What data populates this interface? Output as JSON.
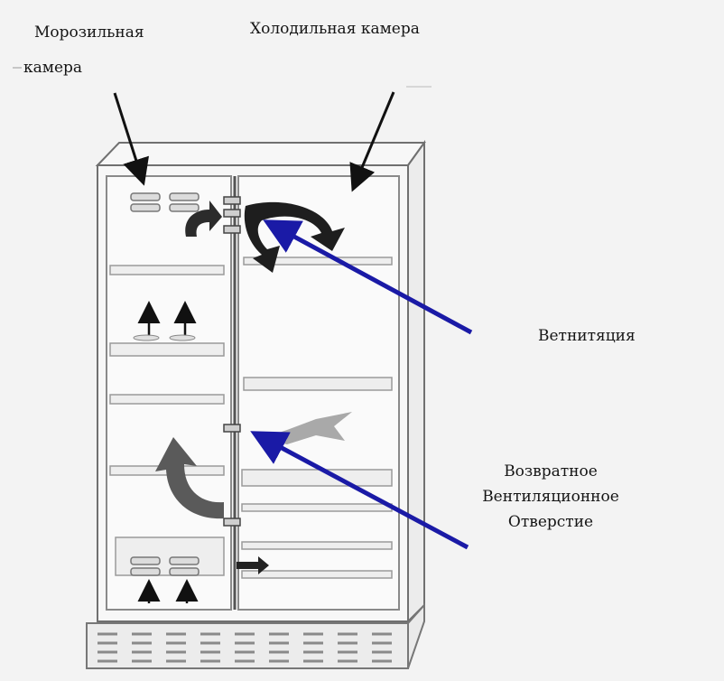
{
  "labels": {
    "freezer_line1": "Морозильная",
    "freezer_line2": "камера",
    "fridge": "Холодильная камера",
    "ventilation": "Ветнитяция",
    "return_line1": "Возвратное",
    "return_line2": "Вентиляционное",
    "return_line3": "Отверстие"
  },
  "colors": {
    "pointer_arrow": "#1a1aa6",
    "airflow_arrow": "#303030",
    "outline": "#6f6f6f"
  },
  "icons": {
    "airflow": "curved-arrow",
    "pointer": "straight-arrow"
  }
}
